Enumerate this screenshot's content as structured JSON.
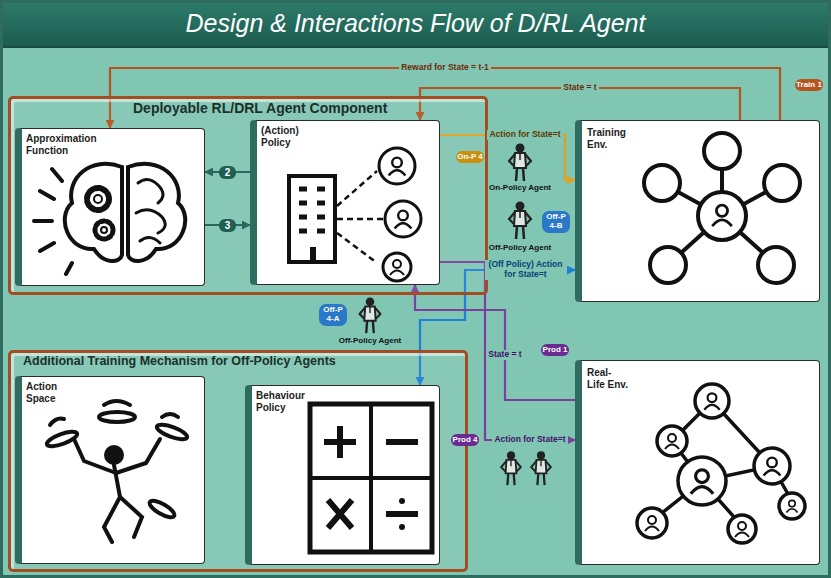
{
  "diagram": {
    "title": "Design & Interactions Flow of D/RL Agent",
    "nodes": [
      {
        "text": [
          "Deployable RL/DRL Agent Component"
        ]
      },
      {
        "text": [
          "Approximation Function"
        ],
        "in": 0
      },
      {
        "text": [
          "(Action) Policy"
        ],
        "in": 0
      },
      {
        "text": [
          "Additional Training Mechanism for Off-Policy Agents"
        ]
      },
      {
        "text": [
          "Action Space"
        ],
        "in": 3
      },
      {
        "text": [
          "Behaviour Policy"
        ],
        "in": 3
      },
      {
        "text": [
          "Training Env."
        ]
      },
      {
        "text": [
          "Real-Life Env."
        ]
      }
    ],
    "edges": [
      {
        "from": 6,
        "to": 1,
        "arrow": "to",
        "label": "Reward for State = t-1"
      },
      {
        "from": 6,
        "to": 2,
        "arrow": "to",
        "label": "State = t"
      },
      {
        "from": 2,
        "to": 1,
        "arrow": "to",
        "label": "2"
      },
      {
        "from": 1,
        "to": 2,
        "arrow": "to",
        "label": "3"
      },
      {
        "from": 2,
        "to": 6,
        "arrow": "to",
        "label": "Action for State=t"
      },
      {
        "from": 5,
        "to": 6,
        "arrow": "both",
        "label": "(Off Policy) Action for State=t"
      },
      {
        "from": 7,
        "to": 2,
        "arrow": "to",
        "label": "State = t"
      },
      {
        "from": 2,
        "to": 7,
        "arrow": "to",
        "label": "Action for State=t"
      }
    ],
    "labels": [
      "Train 1",
      "On-P 4",
      "On-Policy Agent",
      "Off-P 4-B",
      "Off-Policy Agent",
      "Off-P 4-A",
      "Off-Policy Agent",
      "Prod 1",
      "Prod 4"
    ]
  }
}
